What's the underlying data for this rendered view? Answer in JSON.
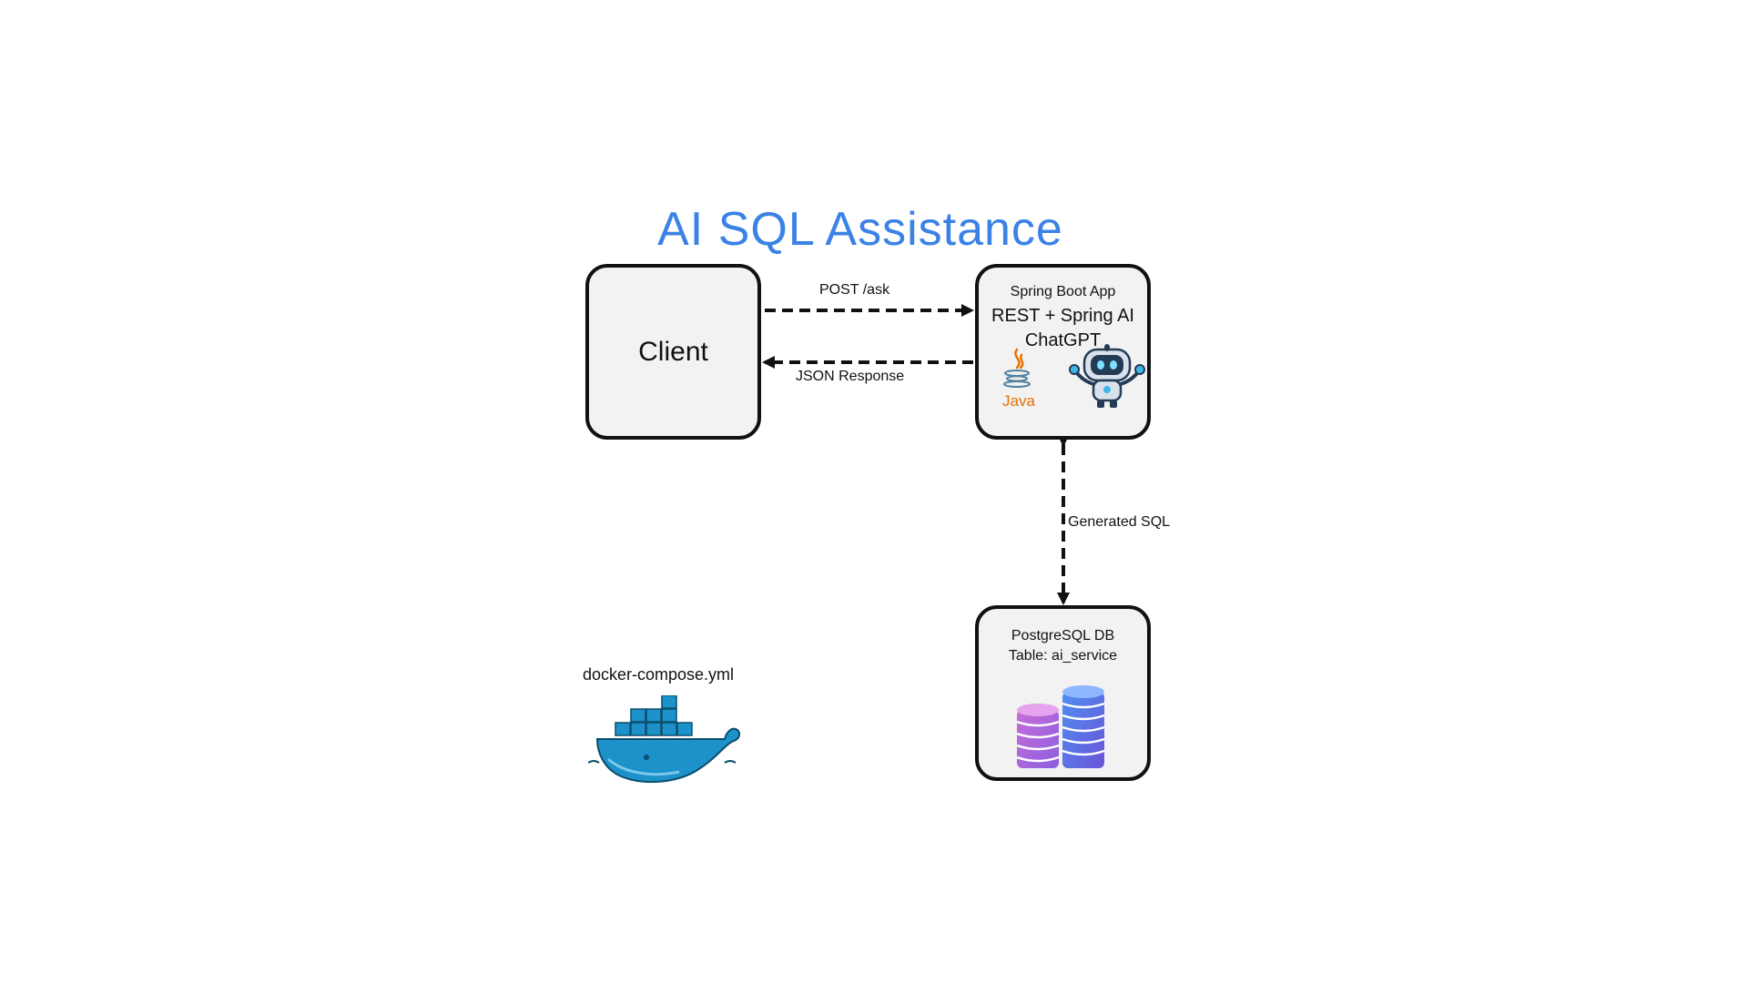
{
  "title": "AI SQL Assistance",
  "client": {
    "label": "Client"
  },
  "spring_app": {
    "subtitle": "Spring Boot App",
    "line1": "REST + Spring AI",
    "line2": "ChatGPT",
    "java_logo_text": "Java"
  },
  "database": {
    "line1": "PostgreSQL DB",
    "line2": "Table: ai_service"
  },
  "edges": {
    "request": "POST /ask",
    "response": "JSON Response",
    "sql": "Generated SQL"
  },
  "docker": {
    "label": "docker-compose.yml"
  },
  "colors": {
    "title": "#3b82e6",
    "box_fill": "#f2f2f2",
    "stroke": "#111111",
    "java_orange": "#e76f00",
    "java_blue": "#5382a1",
    "docker_blue": "#1d91c9",
    "db_purple": "#b86bd8",
    "db_blue": "#4a6fe0"
  }
}
